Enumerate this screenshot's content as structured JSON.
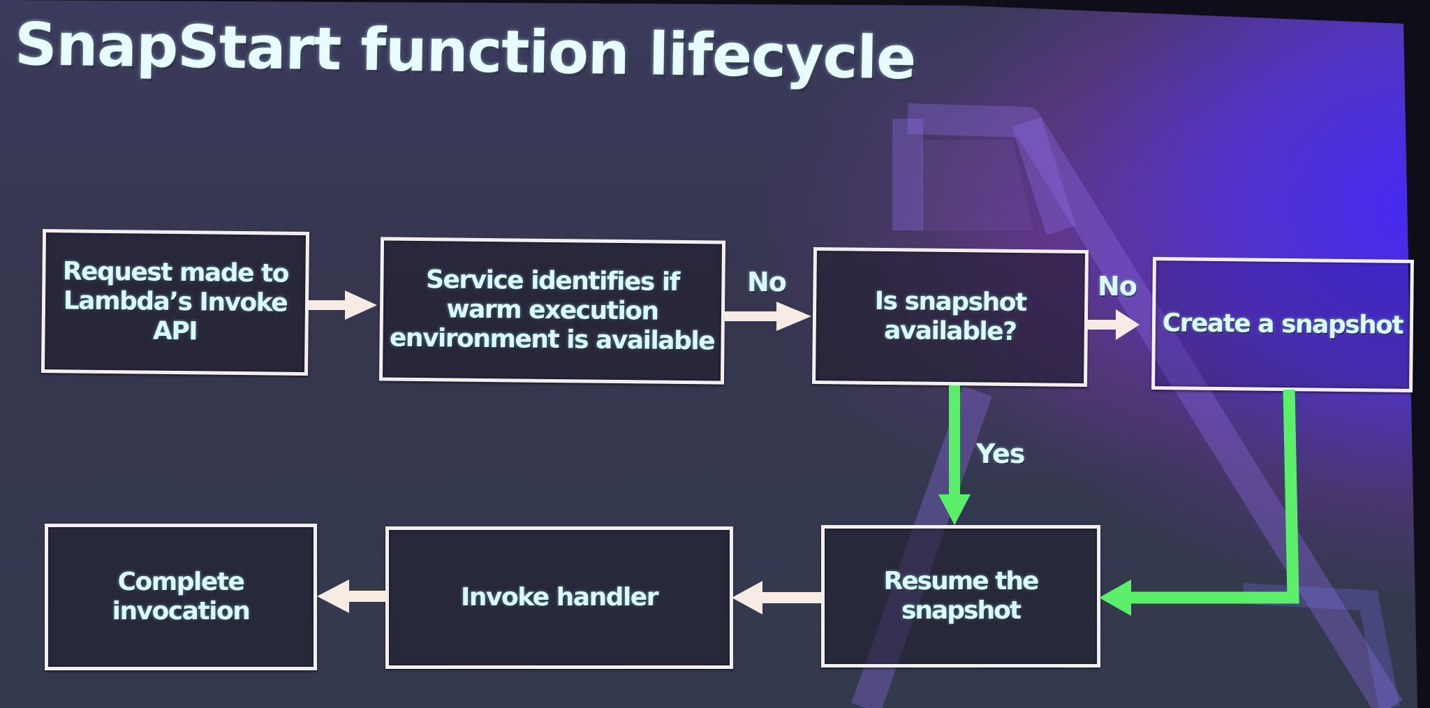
{
  "slide": {
    "title": "SnapStart function lifecycle"
  },
  "diagram": {
    "nodes": [
      {
        "id": "request",
        "label": "Request made to Lambda’s Invoke API"
      },
      {
        "id": "service",
        "label": "Service identifies if warm execution environment is available"
      },
      {
        "id": "is_snapshot",
        "label": "Is snapshot available?"
      },
      {
        "id": "create",
        "label": "Create a snapshot"
      },
      {
        "id": "resume",
        "label": "Resume the snapshot"
      },
      {
        "id": "invoke",
        "label": "Invoke handler"
      },
      {
        "id": "complete",
        "label": "Complete invocation"
      }
    ],
    "edges": [
      {
        "from": "request",
        "to": "service",
        "label": ""
      },
      {
        "from": "service",
        "to": "is_snapshot",
        "label": "No"
      },
      {
        "from": "is_snapshot",
        "to": "create",
        "label": "No"
      },
      {
        "from": "is_snapshot",
        "to": "resume",
        "label": "Yes"
      },
      {
        "from": "create",
        "to": "resume",
        "label": ""
      },
      {
        "from": "resume",
        "to": "invoke",
        "label": ""
      },
      {
        "from": "invoke",
        "to": "complete",
        "label": ""
      }
    ],
    "edge_labels": {
      "no_1": "No",
      "no_2": "No",
      "yes": "Yes"
    }
  },
  "colors": {
    "box_border": "#f3eef0",
    "text": "#d9fbff",
    "arrow_default": "#f6ece4",
    "arrow_snapshot_path": "#5cf06a",
    "background_dark": "#36364f",
    "background_accent": "#4628ff"
  }
}
